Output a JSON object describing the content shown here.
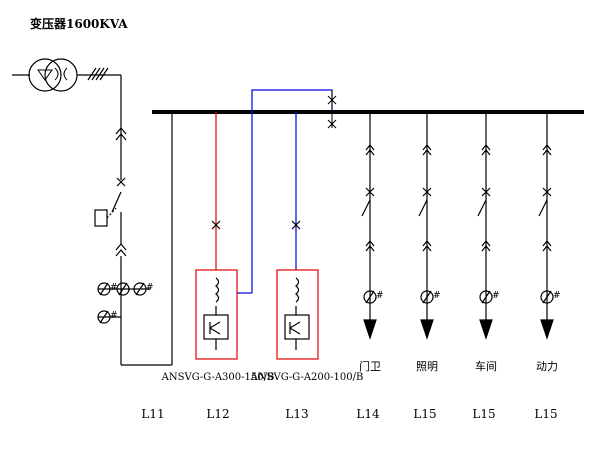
{
  "transformer": {
    "label": "变压器1600KVA"
  },
  "svg_units": [
    {
      "id": "L12",
      "model": "ANSVG-G-A300-150/B",
      "line_id": "L12",
      "link_color": "#e00000"
    },
    {
      "id": "L13",
      "model": "ANSVG-G-A200-100/B",
      "line_id": "L13",
      "link_color": "#0000e0"
    }
  ],
  "main_feed": {
    "line_id": "L11"
  },
  "feeders": [
    {
      "label": "门卫",
      "line_id": "L14"
    },
    {
      "label": "照明",
      "line_id": "L15"
    },
    {
      "label": "车间",
      "line_id": "L15"
    },
    {
      "label": "动力",
      "line_id": "L15"
    }
  ],
  "colors": {
    "svg_box": "#e00000",
    "blue_wire": "#0000e0",
    "red_wire": "#e00000"
  }
}
